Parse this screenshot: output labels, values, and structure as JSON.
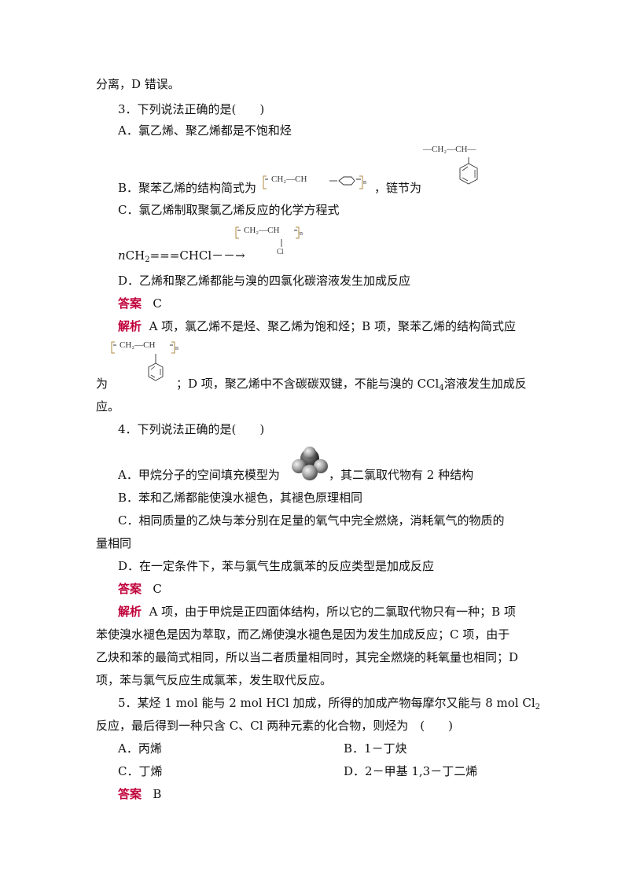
{
  "lines": {
    "l1": "分离，D 错误。",
    "q3": "3．下列说法正确的是(　　)",
    "q3a": "A．氯乙烯、聚乙烯都是不饱和烃",
    "q3b_pre": "B．聚苯乙烯的结构简式为",
    "q3b_post": "，链节为",
    "q3c": "C．氯乙烯制取聚氯乙烯反应的化学方程式",
    "q3c_eq_n": "n",
    "q3c_eq_ch2": "CH",
    "q3c_eq_sub2": "2",
    "q3c_eq_rest": "===CHCl－－→",
    "q3d": "D．乙烯和聚乙烯都能与溴的四氯化碳溶液发生加成反应",
    "ans3_label": "答案",
    "ans3_val": "C",
    "exp3_label": "解析",
    "exp3_l1": "A 项，氯乙烯不是烃、聚乙烯为饱和烃；B 项，聚苯乙烯的结构简式应",
    "exp3_l2_pre": "为",
    "exp3_l2_post": "；D 项，聚乙烯中不含碳碳双键，不能与溴的 CCl",
    "exp3_l2_sub": "4",
    "exp3_l2_end": "溶液发生加成反",
    "exp3_l3": "应。",
    "q4": "4．下列说法正确的是(　　)",
    "q4a_pre": "A．甲烷分子的空间填充模型为",
    "q4a_post": "，其二氯取代物有 2 种结构",
    "q4b": "B．苯和乙烯都能使溴水褪色，其褪色原理相同",
    "q4c1": "C．相同质量的乙炔与苯分别在足量的氧气中完全燃烧，消耗氧气的物质的",
    "q4c2": "量相同",
    "q4d": "D．在一定条件下，苯与氯气生成氯苯的反应类型是加成反应",
    "ans4_label": "答案",
    "ans4_val": "C",
    "exp4_label": "解析",
    "exp4_l1": "A 项，由于甲烷是正四面体结构，所以它的二氯取代物只有一种；B 项",
    "exp4_l2": "苯使溴水褪色是因为萃取，而乙烯使溴水褪色是因为发生加成反应；C 项，由于",
    "exp4_l3": "乙炔和苯的最简式相同，所以当二者质量相同时，其完全燃烧的耗氧量也相同；D",
    "exp4_l4": "项，苯与氯气反应生成氯苯，发生取代反应。",
    "q5_l1_pre": "5．某烃 1 mol 能与 2 mol HCl 加成，所得的加成产物每摩尔又能与 8 mol Cl",
    "q5_l1_sub": "2",
    "q5_l2": "反应，最后得到一种只含 C、Cl 两种元素的化合物，则烃为　(　　)",
    "q5a": "A．丙烯",
    "q5b": "B．1－丁炔",
    "q5c": "C．丁烯",
    "q5d": "D．2－甲基 1,3－丁二烯",
    "ans5_label": "答案",
    "ans5_val": "B"
  },
  "formulas": {
    "ps_poly": "CH₂—CH",
    "ps_n": "n",
    "unit_top": "—CH₂—CH—",
    "pvc_poly": "CH₂—CH",
    "pvc_n": "n",
    "pvc_cl": "Cl",
    "exp_poly": "CH₂—CH",
    "exp_n": "n"
  }
}
